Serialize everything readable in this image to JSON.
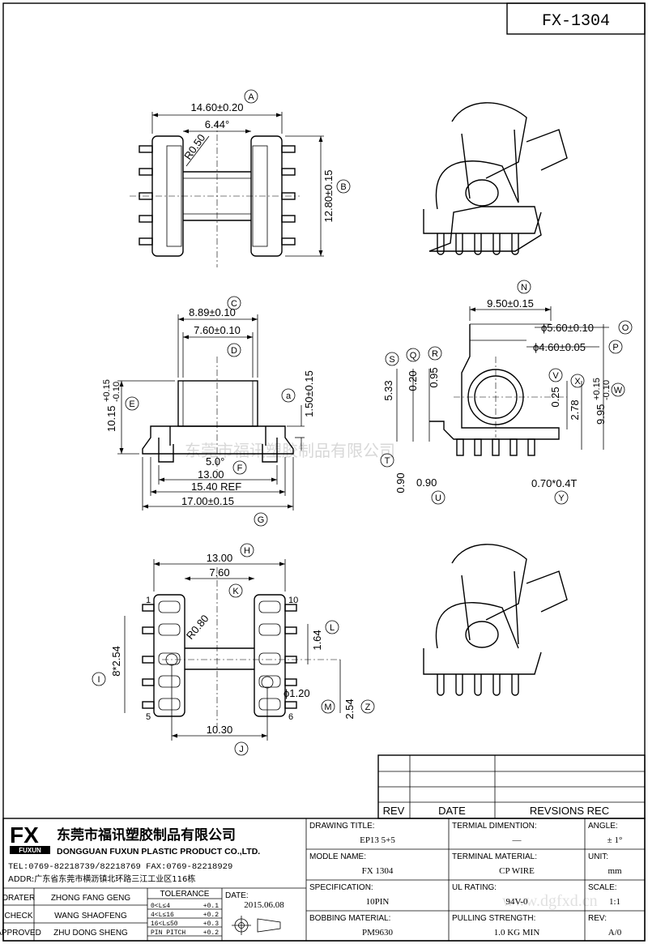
{
  "part_no": "FX-1304",
  "watermark": "东莞市福讯塑胶制品有限公司",
  "watermark_url": "www.dgfxd.cn",
  "top_view": {
    "dims": [
      "14.60±0.20",
      "6.44°",
      "R0.50",
      "12.80±0.15"
    ],
    "markers": [
      "A",
      "B"
    ]
  },
  "front_view": {
    "dims": [
      "8.89±0.10",
      "7.60±0.10",
      "10.15",
      "+0.15",
      "-0.10",
      "1.50±0.15",
      "5.0°",
      "13.00",
      "15.40 REF",
      "17.00±0.15"
    ],
    "markers": [
      "C",
      "D",
      "E",
      "a",
      "F",
      "G"
    ]
  },
  "side_view": {
    "dims": [
      "9.50±0.15",
      "ϕ5.60±0.10",
      "ϕ4.60±0.05",
      "5.33",
      "0.20",
      "0.95",
      "0.25",
      "2.78",
      "9.95",
      "+0.15",
      "-0.10",
      "0.90",
      "0.90",
      "0.70*0.4T"
    ],
    "markers": [
      "N",
      "O",
      "P",
      "S",
      "Q",
      "R",
      "V",
      "X",
      "W",
      "T",
      "U",
      "Y"
    ]
  },
  "bottom_view": {
    "dims": [
      "13.00",
      "7.60",
      "R0.80",
      "1.64",
      "8*2.54",
      "ϕ1.20",
      "2.54",
      "10.30"
    ],
    "pins": [
      "1",
      "10",
      "5",
      "6"
    ],
    "markers": [
      "H",
      "K",
      "L",
      "I",
      "M",
      "Z",
      "J"
    ]
  },
  "revision_table": {
    "headers": [
      "REV",
      "DATE",
      "REVSIONS REC"
    ]
  },
  "company": {
    "logo": "FX",
    "logo_sub": "FUXUN",
    "name_cn": "东莞市福讯塑胶制品有限公司",
    "name_en": "DONGGUAN FUXUN PLASTIC PRODUCT CO.,LTD.",
    "tel": "TEL:0769-82218739/82218769 FAX:0769-82218929",
    "addr": "ADDR:广东省东莞市横沥镇北环路三江工业区116栋"
  },
  "signoff": [
    {
      "role": "DRATER",
      "name": "ZHONG FANG GENG"
    },
    {
      "role": "CHECK",
      "name": "WANG SHAOFENG"
    },
    {
      "role": "APPROVED",
      "name": "ZHU DONG SHENG"
    }
  ],
  "tolerance": {
    "title": "TOLERANCE",
    "rows": [
      {
        "range": "0<L≤4",
        "value": "+0.1"
      },
      {
        "range": "4<L≤16",
        "value": "+0.2"
      },
      {
        "range": "16<L≤50",
        "value": "+0.3"
      },
      {
        "range": "PIN PITCH",
        "value": "+0.2"
      }
    ]
  },
  "date": {
    "label": "DATE:",
    "value": "2015.06.08"
  },
  "fields": {
    "drawing_title": {
      "label": "DRAWING TITLE:",
      "value": "EP13 5+5"
    },
    "terminal_dimention": {
      "label": "TERMIAL DIMENTION:",
      "value": "—"
    },
    "angle": {
      "label": "ANGLE:",
      "value": "± 1°"
    },
    "model_name": {
      "label": "MODLE NAME:",
      "value": "FX 1304"
    },
    "terminal_material": {
      "label": "TERMINAL MATERIAL:",
      "value": "CP WIRE"
    },
    "unit": {
      "label": "UNIT:",
      "value": "mm"
    },
    "specification": {
      "label": "SPECIFICATION:",
      "value": "10PIN"
    },
    "ul_rating": {
      "label": "UL RATING:",
      "value": "94V-0"
    },
    "scale": {
      "label": "SCALE:",
      "value": "1:1"
    },
    "bobbing_material": {
      "label": "BOBBING MATERIAL:",
      "value": "PM9630"
    },
    "pulling_strength": {
      "label": "PULLING STRENGTH:",
      "value": "1.0 KG MIN"
    },
    "rev": {
      "label": "REV:",
      "value": "A/0"
    }
  }
}
